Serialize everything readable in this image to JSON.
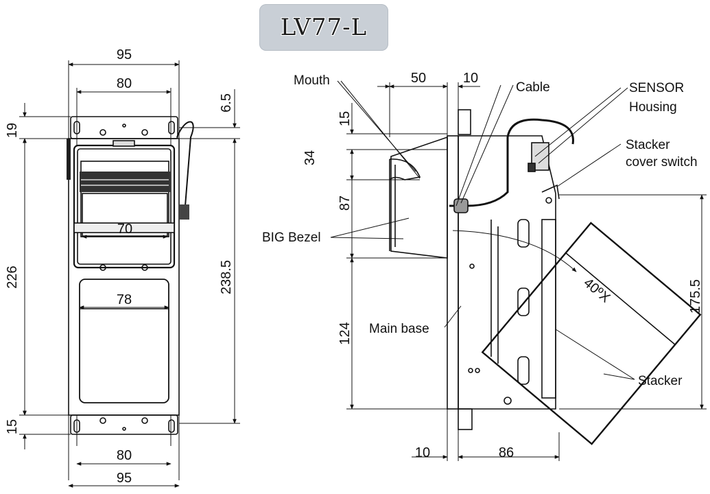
{
  "title": "LV77-L",
  "front_view": {
    "dims": {
      "top_width": "95",
      "inner_width_top": "80",
      "mouth_width": "70",
      "window_width": "78",
      "inner_width_bottom": "80",
      "bottom_width": "95",
      "top_flange_height": "19",
      "body_height": "226",
      "bottom_flange_height": "15",
      "overall_height": "238.5",
      "top_offset": "6.5"
    }
  },
  "side_view": {
    "dims": {
      "bezel_depth": "50",
      "bezel_plate": "10",
      "top_gap": "15",
      "mouth_height": "34",
      "bezel_height": "87",
      "base_height": "124",
      "stacker_height": "175.5",
      "bottom_plate": "10",
      "base_depth": "86",
      "stacker_angle": "40ºX"
    },
    "labels": {
      "mouth": "Mouth",
      "cable": "Cable",
      "sensor_line1": "SENSOR",
      "sensor_line2": "Housing",
      "stacker_switch_line1": "Stacker",
      "stacker_switch_line2": "cover switch",
      "big_bezel": "BIG Bezel",
      "main_base": "Main base",
      "stacker": "Stacker"
    }
  }
}
